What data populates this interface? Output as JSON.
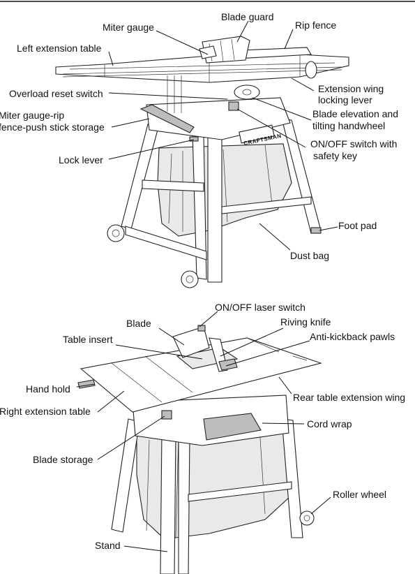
{
  "top_view": {
    "labels": {
      "blade_guard": "Blade guard",
      "rip_fence": "Rip fence",
      "miter_gauge": "Miter gauge",
      "left_extension_table": "Left extension table",
      "extension_wing_locking_lever_1": "Extension wing",
      "extension_wing_locking_lever_2": "locking lever",
      "overload_reset_switch": "Overload reset switch",
      "blade_elevation_1": "Blade elevation and",
      "blade_elevation_2": "tilting handwheel",
      "storage_1": "Miter gauge-rip",
      "storage_2": "fence-push stick storage",
      "on_off_safety_1": "ON/OFF switch with",
      "on_off_safety_2": "safety key",
      "lock_lever": "Lock lever",
      "foot_pad": "Foot pad",
      "dust_bag": "Dust bag"
    },
    "brand_plate": "CRAFTSMAN"
  },
  "bottom_view": {
    "labels": {
      "on_off_laser_switch": "ON/OFF laser switch",
      "blade": "Blade",
      "riving_knife": "Riving knife",
      "table_insert": "Table insert",
      "anti_kickback_pawls": "Anti-kickback pawls",
      "hand_hold": "Hand hold",
      "rear_table_extension_wing": "Rear table extension wing",
      "right_extension_table": "Right extension table",
      "cord_wrap": "Cord wrap",
      "blade_storage": "Blade storage",
      "roller_wheel": "Roller wheel",
      "stand": "Stand"
    }
  }
}
